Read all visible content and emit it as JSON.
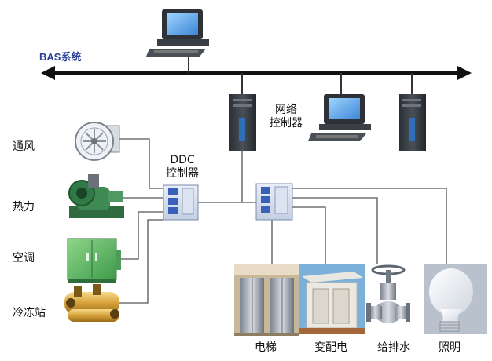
{
  "bus": {
    "title": "BAS系统"
  },
  "network_controller": {
    "line1": "网络",
    "line2": "控制器"
  },
  "ddc_controller": {
    "line1": "DDC",
    "line2": "控制器"
  },
  "left_devices": [
    {
      "label": "通风"
    },
    {
      "label": "热力"
    },
    {
      "label": "空调"
    },
    {
      "label": "冷冻站"
    }
  ],
  "bottom_devices": [
    {
      "label": "电梯"
    },
    {
      "label": "变配电"
    },
    {
      "label": "给排水"
    },
    {
      "label": "照明"
    }
  ],
  "colors": {
    "bus": "#111111",
    "bus_label": "#2a3f9a",
    "wire": "#555555",
    "tower": "#3a3f46",
    "ddc": "#3a61b8"
  }
}
